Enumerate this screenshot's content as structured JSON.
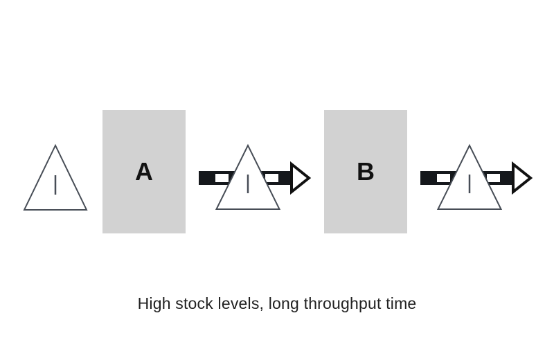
{
  "caption": {
    "text": "High stock levels, long throughput time"
  },
  "boxes": [
    {
      "label": "A"
    },
    {
      "label": "B"
    }
  ],
  "icons": {
    "inventory_triangle": "vsm-inventory-triangle-with-I-mark",
    "push_arrow": "vsm-striped-push-arrow"
  },
  "colors": {
    "background": "#ffffff",
    "box-gray": "#d2d2d2",
    "shape-outline": "#474d56",
    "bar-black": "#15181c",
    "arrow-outline": "#111111",
    "letter-color": "#121212",
    "caption-color": "#212121",
    "shape-fill": "#ffffff"
  }
}
